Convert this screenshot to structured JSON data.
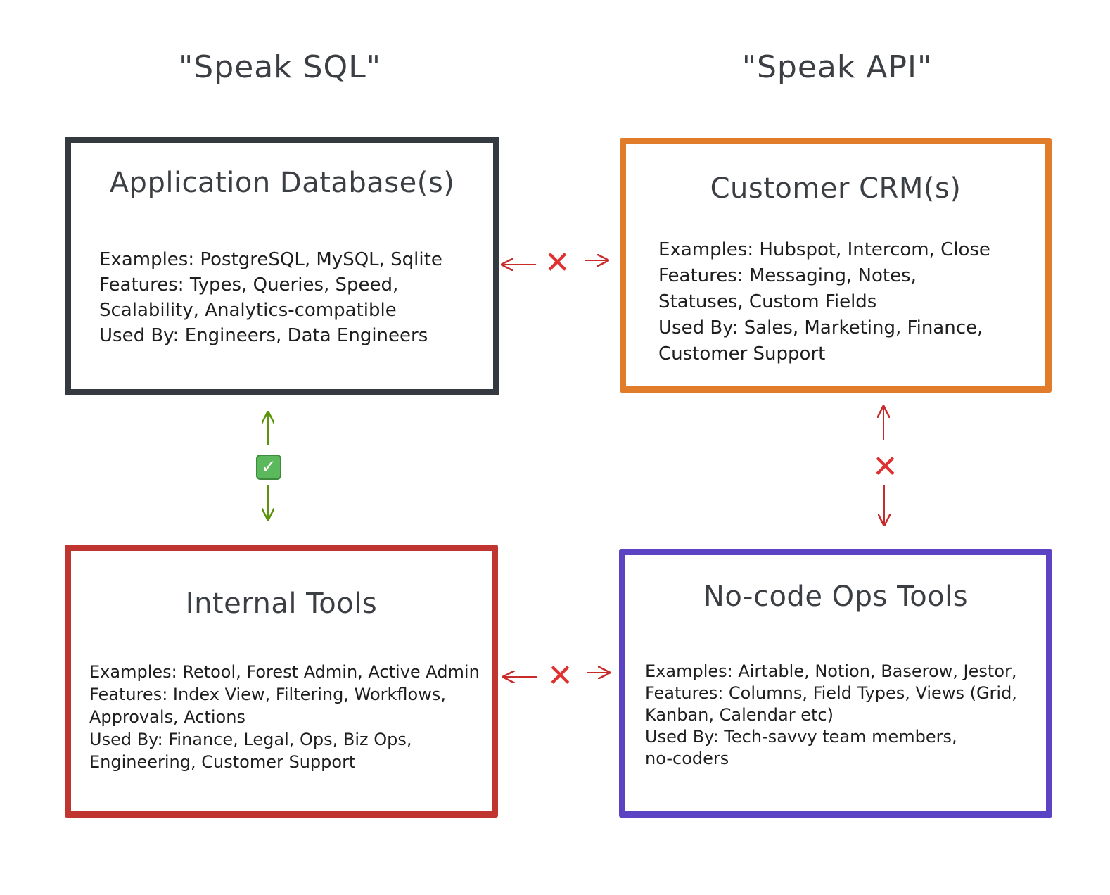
{
  "headings": {
    "left": "\"Speak SQL\"",
    "right": "\"Speak API\""
  },
  "boxes": {
    "application_db": {
      "title": "Application Database(s)",
      "lines": [
        "Examples: PostgreSQL, MySQL, Sqlite",
        "Features: Types, Queries, Speed,",
        "Scalability, Analytics-compatible",
        "Used By: Engineers, Data Engineers"
      ],
      "color": "#343a40"
    },
    "customer_crm": {
      "title": "Customer CRM(s)",
      "lines": [
        "Examples: Hubspot, Intercom, Close",
        "Features: Messaging, Notes,",
        "Statuses, Custom Fields",
        "Used By: Sales, Marketing, Finance,",
        "Customer Support"
      ],
      "color": "#e07c2a"
    },
    "internal_tools": {
      "title": "Internal Tools",
      "lines": [
        "Examples: Retool, Forest Admin, Active Admin",
        "Features: Index View, Filtering, Workflows,",
        "Approvals, Actions",
        "Used By: Finance, Legal, Ops, Biz Ops,",
        "Engineering, Customer Support"
      ],
      "color": "#c0352f"
    },
    "nocode_ops": {
      "title": "No-code Ops Tools",
      "lines": [
        "Examples: Airtable, Notion, Baserow, Jestor,",
        "Features: Columns, Field Types, Views (Grid,",
        "Kanban, Calendar etc)",
        "Used By: Tech-savvy team members,",
        "no-coders"
      ],
      "color": "#5b43c4"
    }
  },
  "connectors": {
    "cross_symbol": "✕",
    "check_symbol": "✓",
    "arrow_red": "#c92a2a",
    "arrow_green": "#5c940d"
  }
}
